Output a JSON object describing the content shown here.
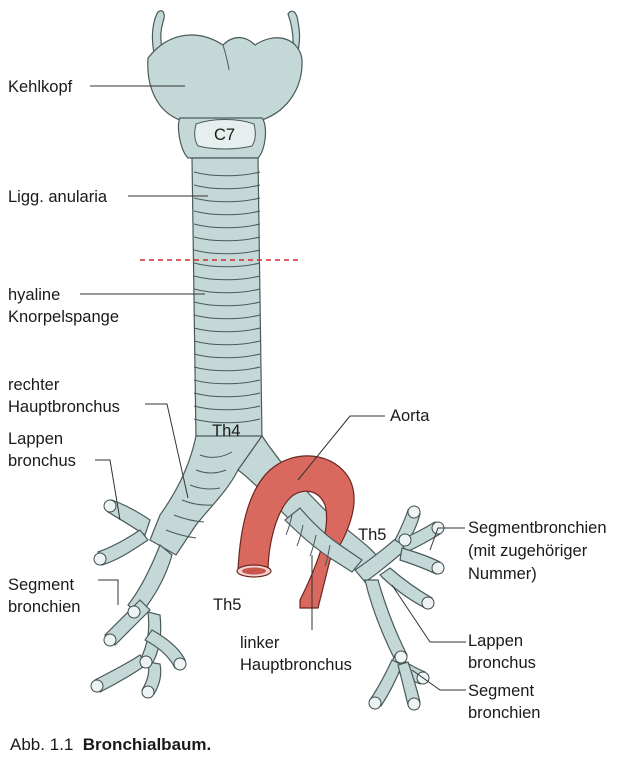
{
  "labels": {
    "kehlkopf": "Kehlkopf",
    "c7": "C7",
    "ligg_anularia": "Ligg. anularia",
    "hyaline_1": "hyaline",
    "hyaline_2": "Knorpelspange",
    "rechter_1": "rechter",
    "rechter_2": "Hauptbronchus",
    "th4": "Th4",
    "aorta": "Aorta",
    "lappen_left_1": "Lappen",
    "lappen_left_2": "bronchus",
    "segment_left_1": "Segment",
    "segment_left_2": "bronchien",
    "th5_left": "Th5",
    "th5_right": "Th5",
    "linker_1": "linker",
    "linker_2": "Hauptbronchus",
    "segmentbronchien_1": "Segmentbronchien",
    "segmentbronchien_2": "(mit zugehöriger",
    "segmentbronchien_3": "Nummer)",
    "lappen_right_1": "Lappen",
    "lappen_right_2": "bronchus",
    "segment_right_1": "Segment",
    "segment_right_2": "bronchien"
  },
  "caption": {
    "prefix": "Abb. 1.1",
    "title": "Bronchialbaum."
  },
  "colors": {
    "cartilage": "#c5d8d8",
    "aorta": "#d9695f",
    "level_line": "#d42a2a"
  }
}
